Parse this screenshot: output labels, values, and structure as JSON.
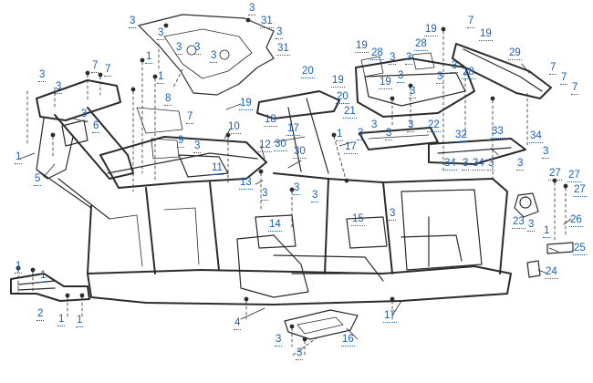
{
  "colors": {
    "callout": "#1a5fb4",
    "line": "#2b2b2b"
  },
  "callouts": [
    "3",
    "31",
    "3",
    "31",
    "3",
    "3",
    "3",
    "3",
    "3",
    "3",
    "3",
    "7",
    "7",
    "1",
    "1",
    "8",
    "7",
    "6",
    "1",
    "5",
    "1",
    "1",
    "2",
    "1",
    "1",
    "3",
    "3",
    "9",
    "11",
    "10",
    "12",
    "13",
    "3",
    "3",
    "3",
    "20",
    "18",
    "17",
    "19",
    "30",
    "30",
    "21",
    "20",
    "19",
    "1",
    "17",
    "14",
    "15",
    "3",
    "19",
    "28",
    "3",
    "28",
    "3",
    "19",
    "3",
    "3",
    "28",
    "3",
    "3",
    "3",
    "3",
    "22",
    "3",
    "3",
    "19",
    "7",
    "19",
    "29",
    "7",
    "7",
    "7",
    "32",
    "33",
    "34",
    "3",
    "34",
    "3",
    "3",
    "34",
    "3",
    "27",
    "27",
    "27",
    "23",
    "26",
    "1",
    "25",
    "24",
    "17",
    "3",
    "4",
    "3",
    "3",
    "16"
  ]
}
